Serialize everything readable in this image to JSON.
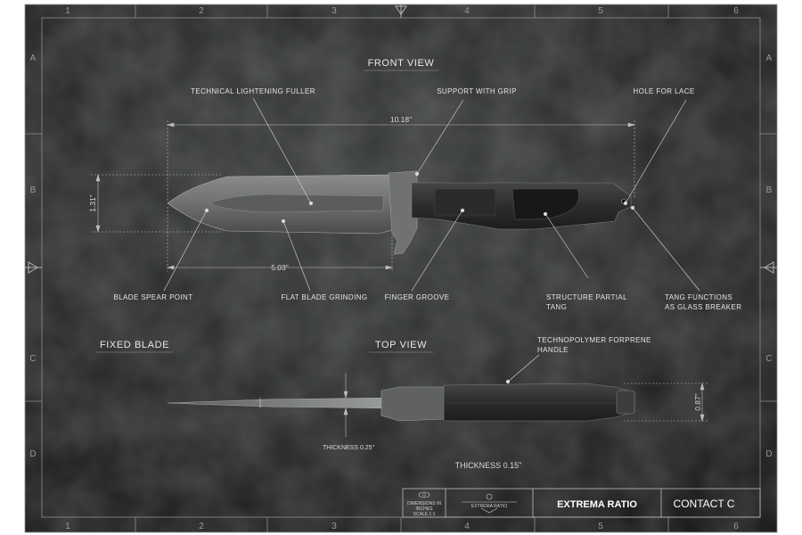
{
  "grid": {
    "columns": [
      "1",
      "2",
      "3",
      "4",
      "5",
      "6"
    ],
    "rows": [
      "A",
      "B",
      "C",
      "D"
    ]
  },
  "views": {
    "front": "FRONT VIEW",
    "top": "TOP VIEW",
    "fixed_blade": "FIXED BLADE"
  },
  "callouts": {
    "fuller": "TECHNICAL LIGHTENING FULLER",
    "support": "SUPPORT WITH GRIP",
    "hole": "HOLE FOR LACE",
    "spear": "BLADE SPEAR POINT",
    "flat": "FLAT BLADE GRINDING",
    "finger": "FINGER GROOVE",
    "tang_1": "STRUCTURE PARTIAL",
    "tang_2": "TANG",
    "glass_1": "TANG FUNCTIONS",
    "glass_2": "AS GLASS BREAKER",
    "handle_1": "TECHNOPOLYMER FORPRENE",
    "handle_2": "HANDLE"
  },
  "dimensions": {
    "overall_length": "10.18\"",
    "blade_length": "5.03\"",
    "blade_height": "1.31\"",
    "handle_width": "0.87\"",
    "thickness_top": "THICKNESS 0.25\"",
    "thickness_bottom": "THICKNESS 0.15\""
  },
  "title_block": {
    "scale_1": "DIMENSIONS IN",
    "scale_2": "INCHES",
    "scale_3": "SCALE 1:1",
    "logo_text": "EXTREMA RATIO",
    "brand": "EXTREMA RATIO",
    "model": "CONTACT C"
  }
}
